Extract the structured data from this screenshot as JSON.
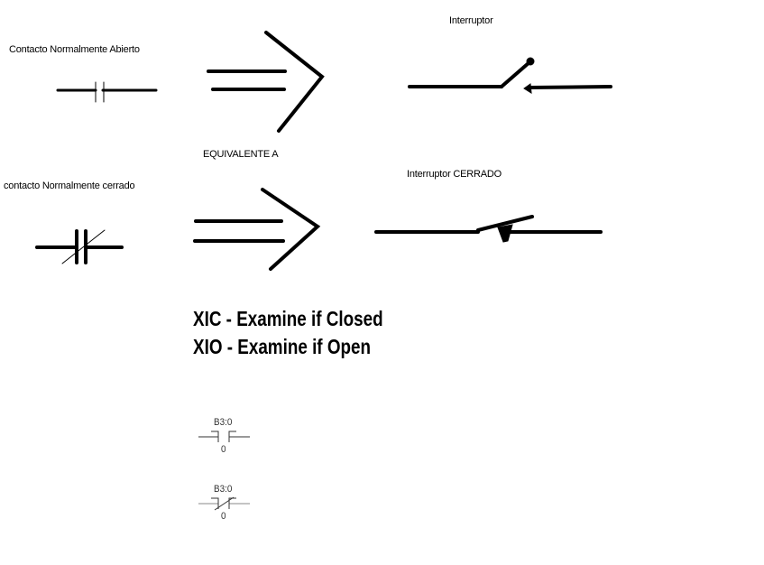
{
  "labels": {
    "no_contact": "Contacto Normalmente Abierto",
    "nc_contact": "contacto Normalmente cerrado",
    "equivalent": "EQUIVALENTE A",
    "switch_open": "Interruptor",
    "switch_closed": "Interruptor CERRADO"
  },
  "instructions": {
    "xic": "XIC - Examine if Closed",
    "xio": "XIO - Examine if Open"
  },
  "plc_xic": {
    "address": "B3:0",
    "bit": "0"
  },
  "plc_xio": {
    "address": "B3:0",
    "bit": "0"
  },
  "colors": {
    "ink": "#000000",
    "plc_line": "#888888",
    "background": "#ffffff"
  }
}
